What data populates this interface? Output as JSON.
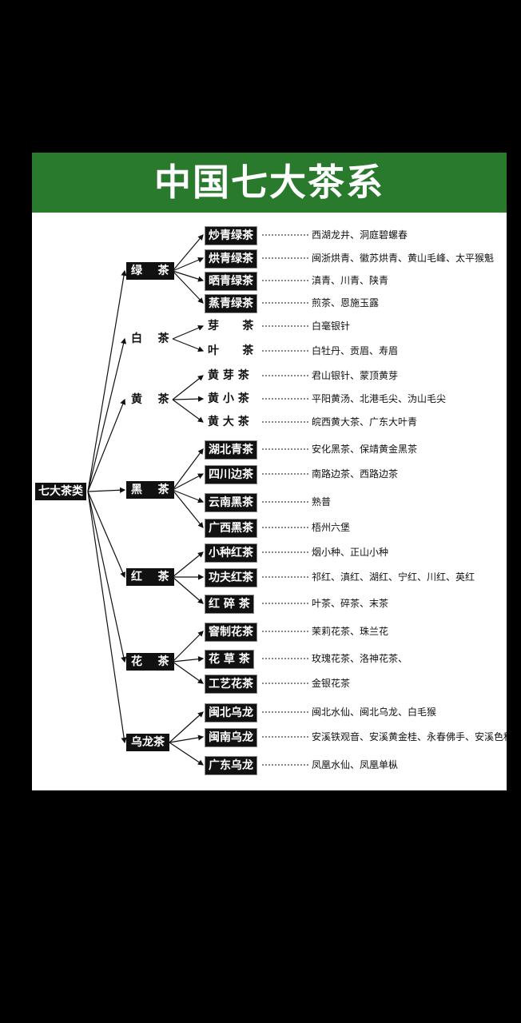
{
  "title": "中国七大茶系",
  "root": "七大茶类",
  "colors": {
    "banner": "#2a7a2e",
    "node_bg": "#111111",
    "card": "#ffffff",
    "page": "#000000"
  },
  "categories": [
    {
      "label": "绿    茶",
      "style": "dark",
      "subs": [
        {
          "label": "炒青绿茶",
          "style": "dark",
          "examples": "西湖龙井、洞庭碧螺春"
        },
        {
          "label": "烘青绿茶",
          "style": "dark",
          "examples": "闽浙烘青、徽苏烘青、黄山毛峰、太平猴魁"
        },
        {
          "label": "晒青绿茶",
          "style": "dark",
          "examples": "滇青、川青、陕青"
        },
        {
          "label": "蒸青绿茶",
          "style": "dark",
          "examples": "煎茶、恩施玉露"
        }
      ]
    },
    {
      "label": "白    茶",
      "style": "plain",
      "subs": [
        {
          "label": "芽      茶",
          "style": "plain",
          "examples": "白毫银针"
        },
        {
          "label": "叶      茶",
          "style": "plain",
          "examples": "白牡丹、贡眉、寿眉"
        }
      ]
    },
    {
      "label": "黄    茶",
      "style": "plain",
      "subs": [
        {
          "label": "黄 芽 茶",
          "style": "plain",
          "examples": "君山银针、蒙顶黄芽"
        },
        {
          "label": "黄 小 茶",
          "style": "plain",
          "examples": "平阳黄汤、北港毛尖、沩山毛尖"
        },
        {
          "label": "黄 大 茶",
          "style": "plain",
          "examples": "皖西黄大茶、广东大叶青"
        }
      ]
    },
    {
      "label": "黑    茶",
      "style": "dark",
      "subs": [
        {
          "label": "湖北青茶",
          "style": "dark",
          "examples": "安化黑茶、保靖黄金黑茶"
        },
        {
          "label": "四川边茶",
          "style": "dark",
          "examples": "南路边茶、西路边茶"
        },
        {
          "label": "云南黑茶",
          "style": "dark",
          "examples": "熟普"
        },
        {
          "label": "广西黑茶",
          "style": "dark",
          "examples": "梧州六堡"
        }
      ]
    },
    {
      "label": "红    茶",
      "style": "dark",
      "subs": [
        {
          "label": "小种红茶",
          "style": "dark",
          "examples": "烟小种、正山小种"
        },
        {
          "label": "功夫红茶",
          "style": "dark",
          "examples": "祁红、滇红、湖红、宁红、川红、英红"
        },
        {
          "label": "红 碎 茶",
          "style": "dark",
          "examples": "叶茶、碎茶、末茶"
        }
      ]
    },
    {
      "label": "花    茶",
      "style": "dark",
      "subs": [
        {
          "label": "窨制花茶",
          "style": "dark",
          "examples": "茉莉花茶、珠兰花"
        },
        {
          "label": "花 草 茶",
          "style": "dark",
          "examples": "玫瑰花茶、洛神花茶、"
        },
        {
          "label": "工艺花茶",
          "style": "dark",
          "examples": "金银花茶"
        }
      ]
    },
    {
      "label": "乌龙茶",
      "style": "dark",
      "subs": [
        {
          "label": "闽北乌龙",
          "style": "dark",
          "examples": "闽北水仙、闽北乌龙、白毛猴"
        },
        {
          "label": "闽南乌龙",
          "style": "dark",
          "examples": "安溪铁观音、安溪黄金桂、永春佛手、安溪色种"
        },
        {
          "label": "广东乌龙",
          "style": "dark",
          "examples": "凤凰水仙、凤凰单枞"
        }
      ]
    }
  ]
}
